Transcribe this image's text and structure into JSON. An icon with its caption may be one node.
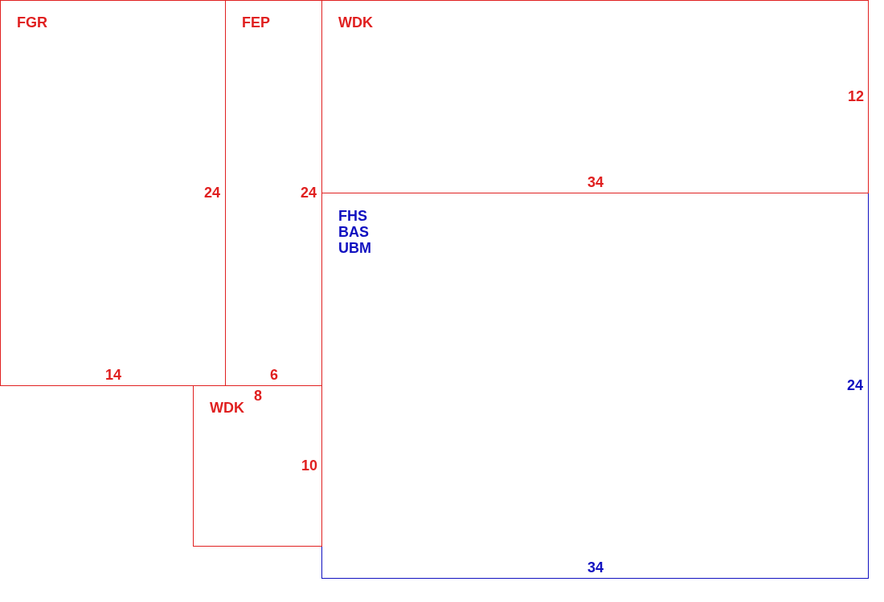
{
  "diagram": {
    "nodes": [
      {
        "text": [
          "FGR",
          "24",
          "14"
        ]
      },
      {
        "text": [
          "FEP",
          "24",
          "6"
        ]
      },
      {
        "text": [
          "WDK",
          "12",
          "34"
        ]
      },
      {
        "text": [
          "FHS",
          "BAS",
          "UBM",
          "24",
          "34"
        ]
      },
      {
        "text": [
          "WDK",
          "8",
          "10"
        ]
      }
    ]
  }
}
